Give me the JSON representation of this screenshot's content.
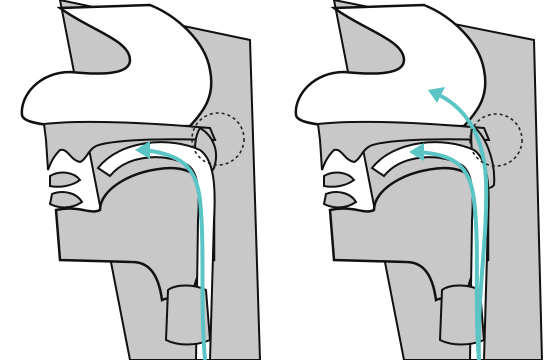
{
  "figure": {
    "panels": [
      {
        "arrows": 1,
        "highlight": "dotted-circle"
      },
      {
        "arrows": 2,
        "highlight": "dotted-circle"
      }
    ],
    "colors": {
      "tissue": "#c8c8c8",
      "outline": "#111111",
      "airway": "#ffffff",
      "arrow": "#5bc4c4",
      "highlight": "#222222"
    }
  }
}
